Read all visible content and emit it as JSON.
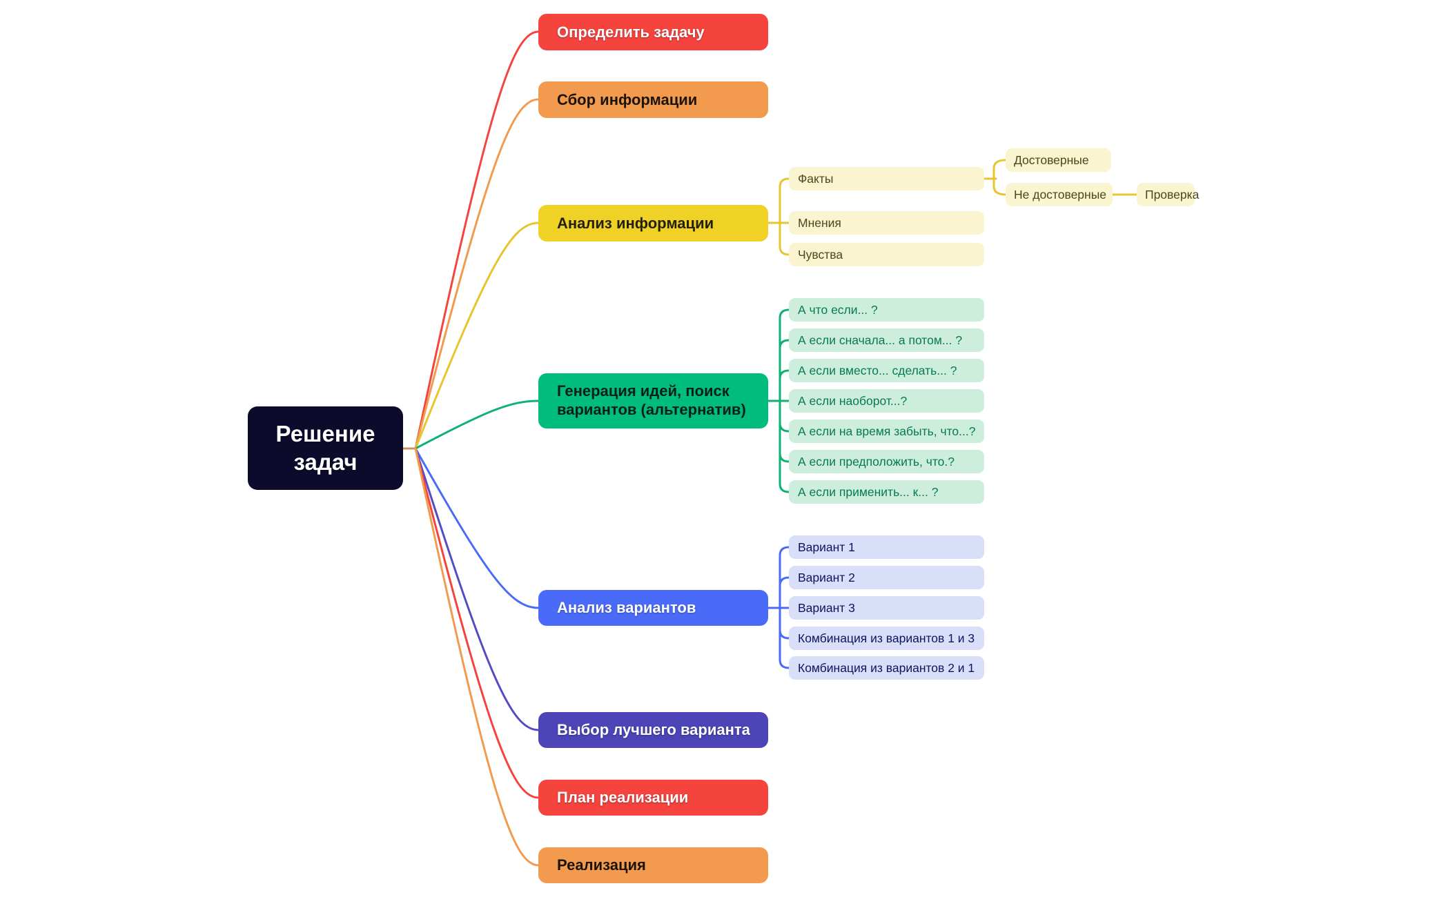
{
  "root": {
    "label": "Решение задач",
    "bg": "#0d0b2c",
    "text": "#ffffff",
    "stub_color": "#cf9055"
  },
  "branches": [
    {
      "label": "Определить задачу",
      "color": "#f5433e",
      "text": "#ffffff"
    },
    {
      "label": "Сбор информации",
      "color": "#f29b4f",
      "text": "#1c1307"
    },
    {
      "label": "Анализ информации",
      "color": "#f0d226",
      "text": "#24200a",
      "line": "#e7c52f",
      "child_bg": "#faf4d0",
      "child_text": "#4c471c",
      "children": [
        {
          "label": "Факты",
          "children": [
            {
              "label": "Достоверные"
            },
            {
              "label": "Не достоверные",
              "children": [
                {
                  "label": "Проверка"
                }
              ]
            }
          ]
        },
        {
          "label": "Мнения"
        },
        {
          "label": "Чувства"
        }
      ]
    },
    {
      "label": "Генерация идей, поиск вариантов (альтернатив)",
      "color": "#00bd7d",
      "text": "#0b2018",
      "line": "#0fb273",
      "child_bg": "#cdeedd",
      "child_text": "#077a52",
      "children": [
        {
          "label": "А что если... ?"
        },
        {
          "label": "А если сначала... а потом... ?"
        },
        {
          "label": "А если вместо... сделать... ?"
        },
        {
          "label": "А если наоборот...?"
        },
        {
          "label": "А если на время забыть, что...?"
        },
        {
          "label": "А если предположить, что.?"
        },
        {
          "label": "А если применить... к... ?"
        }
      ]
    },
    {
      "label": "Анализ вариантов",
      "color": "#4a6bf8",
      "text": "#ffffff",
      "child_bg": "#d9def9",
      "child_text": "#0e145e",
      "children": [
        {
          "label": "Вариант 1"
        },
        {
          "label": "Вариант 2"
        },
        {
          "label": "Вариант 3"
        },
        {
          "label": "Комбинация из вариантов 1 и 3"
        },
        {
          "label": "Комбинация из вариантов 2 и 1"
        }
      ]
    },
    {
      "label": "Выбор лучшего варианта",
      "color": "#4c44b7",
      "text": "#ffffff",
      "line": "#554cc4"
    },
    {
      "label": "План реализации",
      "color": "#f5433e",
      "text": "#ffffff"
    },
    {
      "label": "Реализация",
      "color": "#f29b4f",
      "text": "#1c1307"
    }
  ]
}
